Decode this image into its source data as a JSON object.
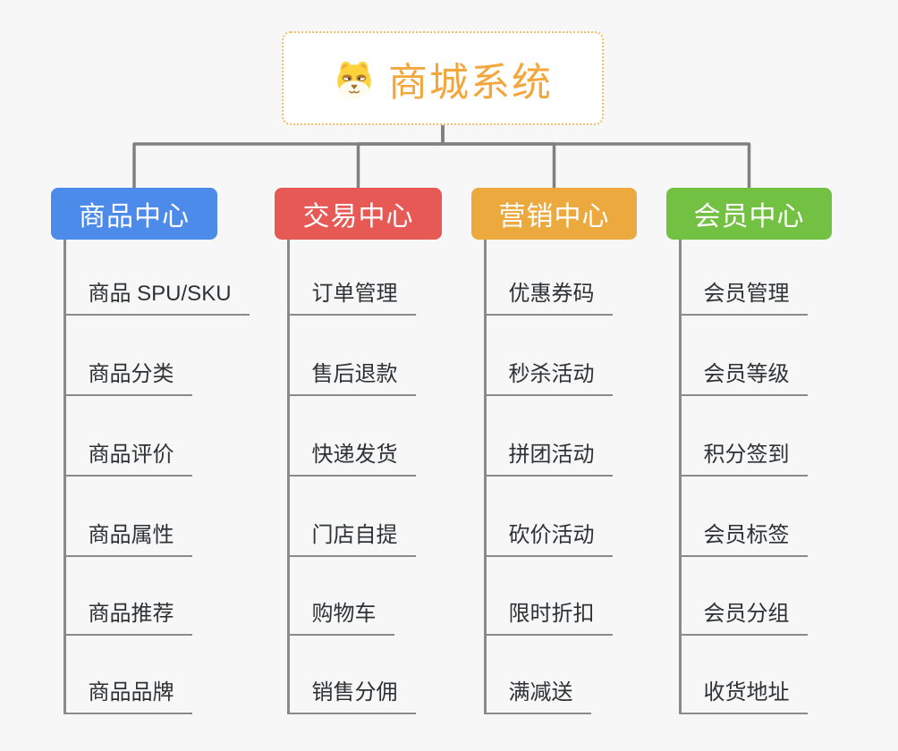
{
  "root": {
    "title": "商城系统",
    "icon": "dog-face-icon",
    "accent_color": "#f2a73d",
    "border_color": "#f2be67"
  },
  "branches": [
    {
      "label": "商品中心",
      "color": "#4c8bea",
      "children": [
        "商品 SPU/SKU",
        "商品分类",
        "商品评价",
        "商品属性",
        "商品推荐",
        "商品品牌"
      ]
    },
    {
      "label": "交易中心",
      "color": "#e65955",
      "children": [
        "订单管理",
        "售后退款",
        "快递发货",
        "门店自提",
        "购物车",
        "销售分佣"
      ]
    },
    {
      "label": "营销中心",
      "color": "#eba93e",
      "children": [
        "优惠券码",
        "秒杀活动",
        "拼团活动",
        "砍价活动",
        "限时折扣",
        "满减送"
      ]
    },
    {
      "label": "会员中心",
      "color": "#72c142",
      "children": [
        "会员管理",
        "会员等级",
        "积分签到",
        "会员标签",
        "会员分组",
        "收货地址"
      ]
    }
  ],
  "connector_color": "#808080"
}
